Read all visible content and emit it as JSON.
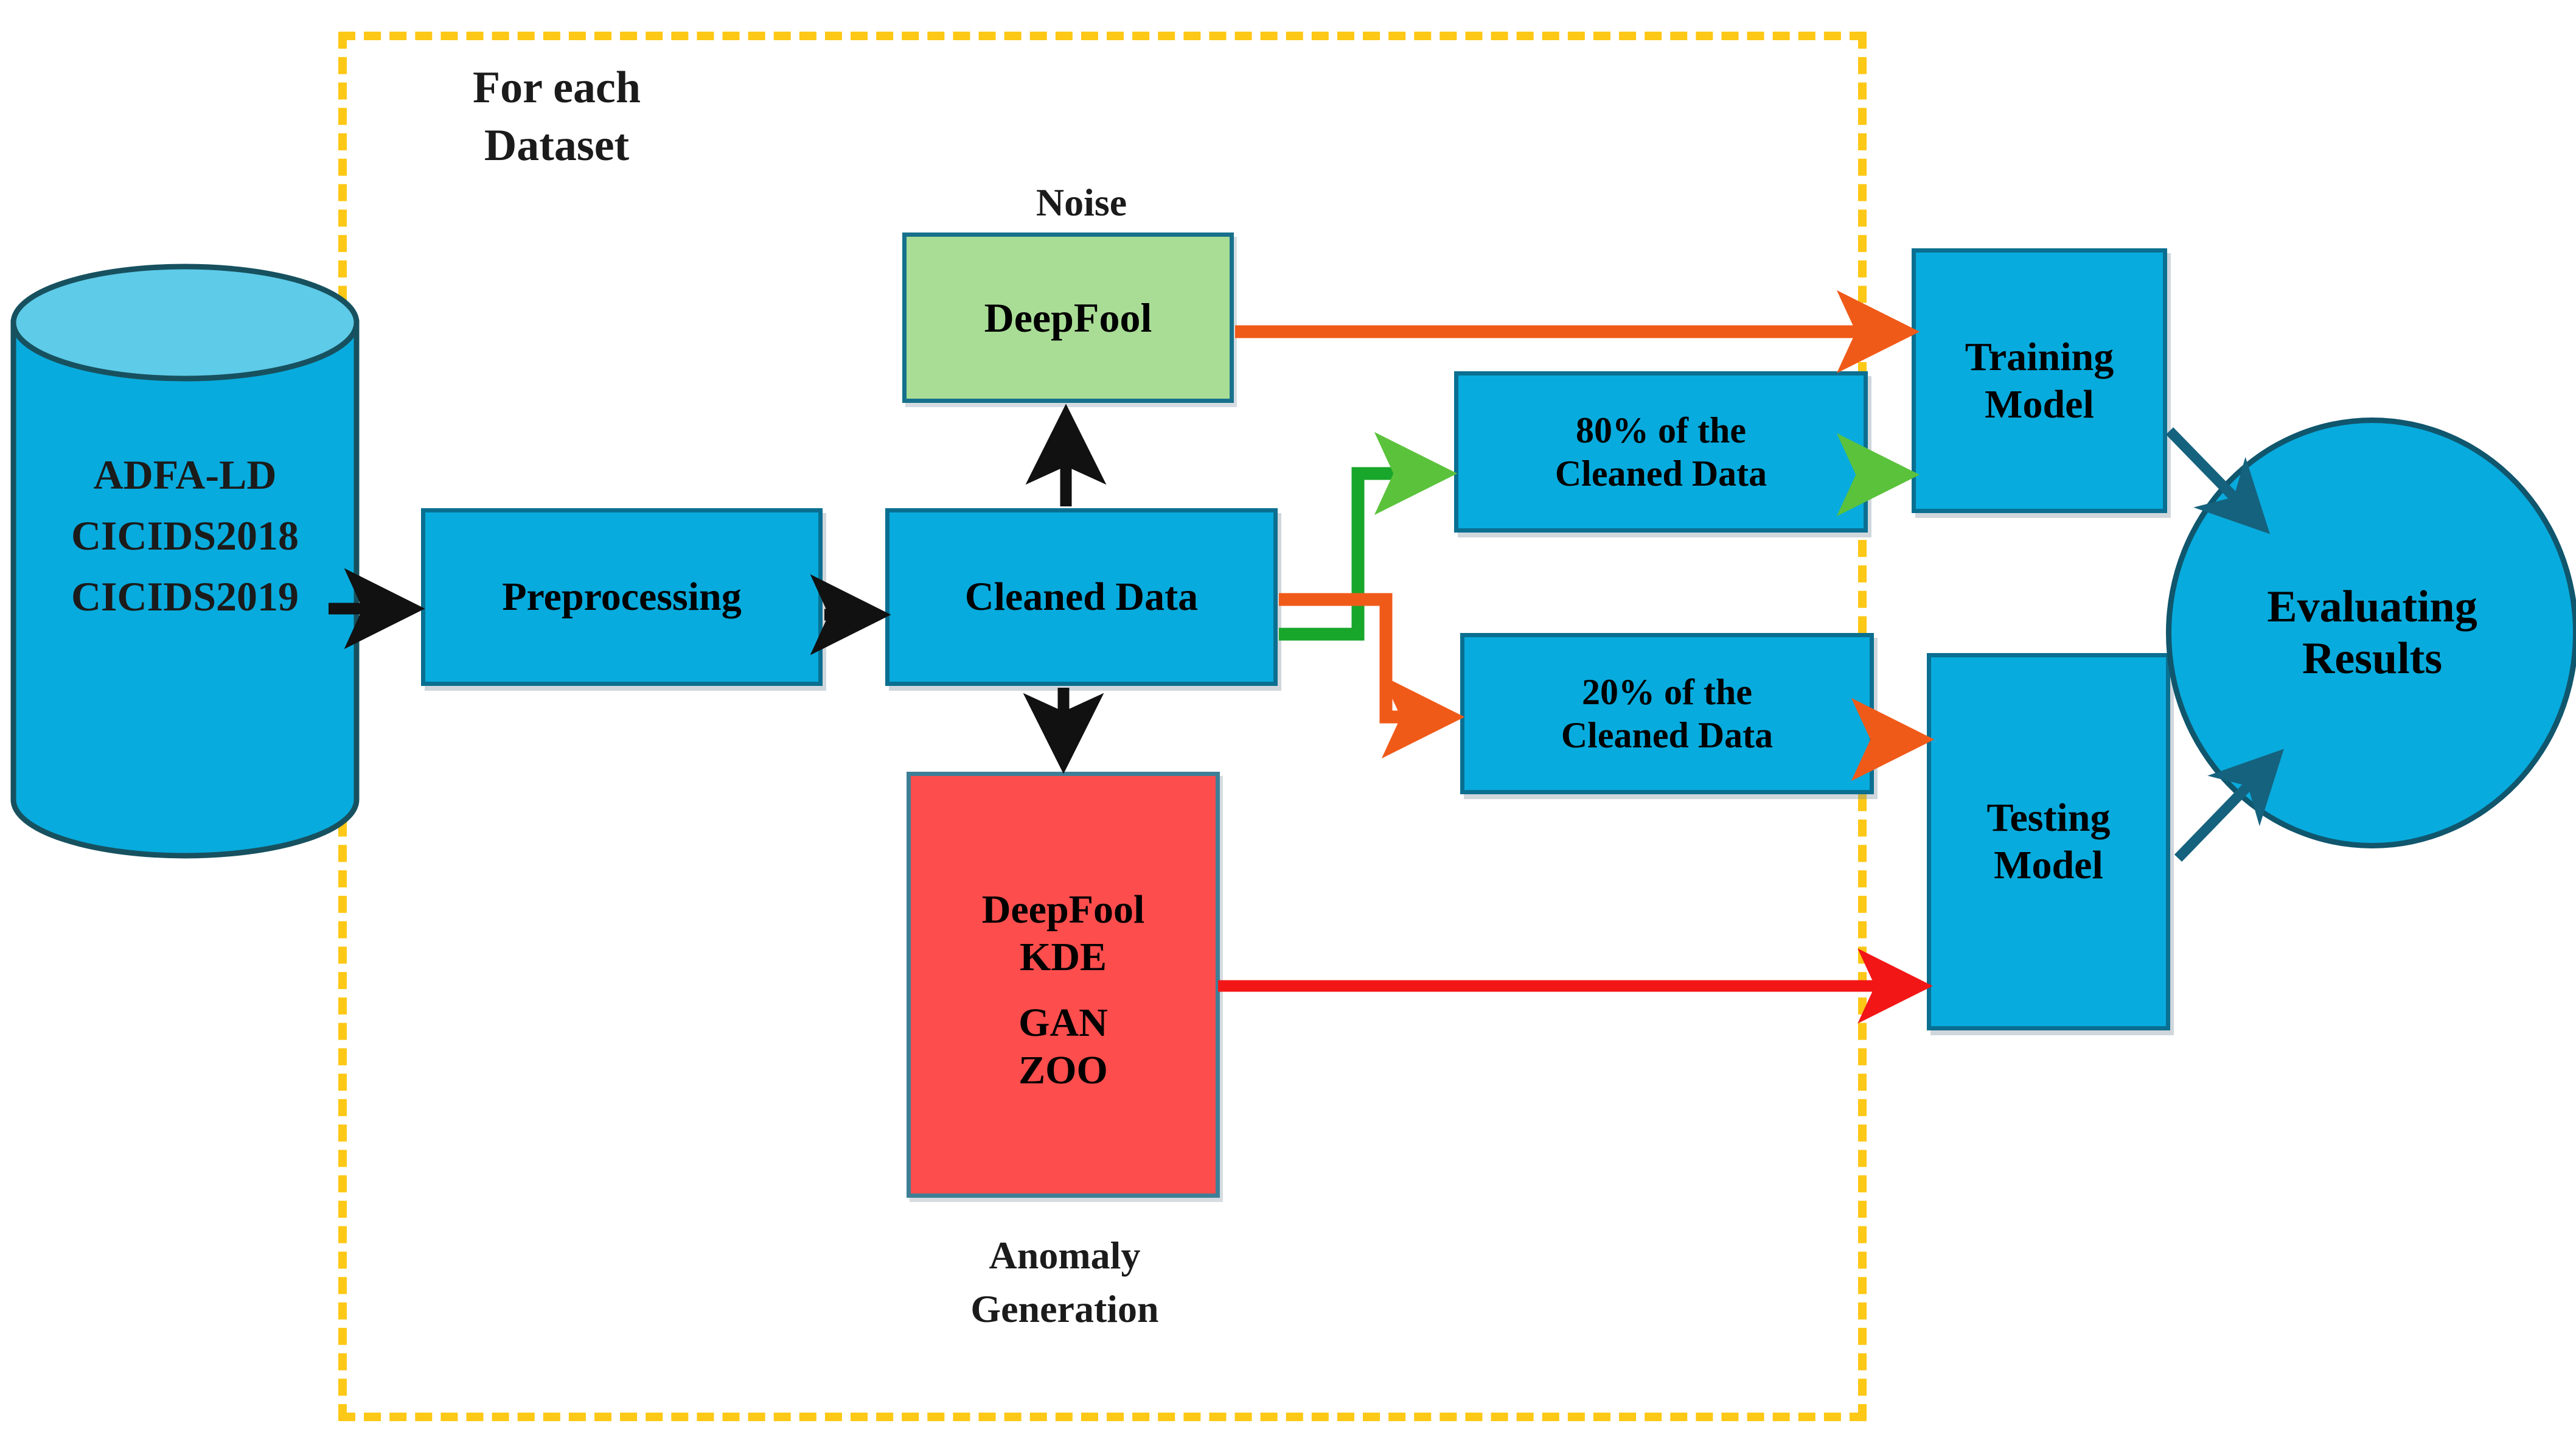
{
  "figure": {
    "type": "flowchart",
    "title": "Adversarial anomaly detection experimental pipeline"
  },
  "group_box": {
    "label_line1": "For each",
    "label_line2": "Dataset",
    "border_color": "#FDC816",
    "border_style": "dashed"
  },
  "datastore": {
    "name": "datasets-cylinder",
    "line1": "ADFA-LD",
    "line2": "CICIDS2018",
    "line3": "CICIDS2019",
    "fill": "#08ABDD",
    "top_fill": "#5ECBE8"
  },
  "nodes": {
    "preprocessing": {
      "label": "Preprocessing",
      "fill": "#08ABDD"
    },
    "cleaned_data": {
      "label": "Cleaned Data",
      "fill": "#08ABDD"
    },
    "noise_caption": "Noise",
    "noise_box": {
      "label": "DeepFool",
      "fill": "#A9DD96"
    },
    "anomaly_box": {
      "line1": "DeepFool",
      "line2": "KDE",
      "line3": "GAN",
      "line4": "ZOO",
      "fill": "#FD4D4D"
    },
    "anomaly_caption_line1": "Anomaly",
    "anomaly_caption_line2": "Generation",
    "split_80": {
      "line1": "80% of the",
      "line2": "Cleaned Data",
      "fill": "#08ABDD"
    },
    "split_20": {
      "line1": "20% of the",
      "line2": "Cleaned Data",
      "fill": "#08ABDD"
    },
    "training_model": {
      "line1": "Training",
      "line2": "Model",
      "fill": "#08ABDD"
    },
    "testing_model": {
      "line1": "Testing",
      "line2": "Model",
      "fill": "#08ABDD"
    },
    "evaluating_results": {
      "line1": "Evaluating",
      "line2": "Results",
      "fill": "#08ABDD"
    }
  },
  "edges": {
    "black": "#111111",
    "green": "#18A62B",
    "green_head": "#5BC23C",
    "orange": "#F05A19",
    "red": "#F21616",
    "teal": "#15627E"
  }
}
